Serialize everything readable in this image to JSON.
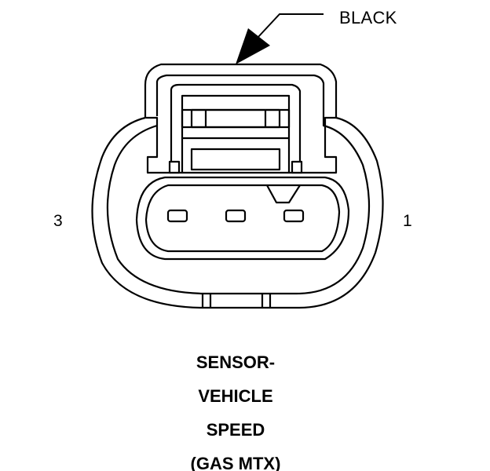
{
  "connector": {
    "color_callout": "BLACK",
    "pin_labels": {
      "left": "3",
      "right": "1"
    },
    "caption": [
      "SENSOR-",
      "VEHICLE",
      "SPEED",
      "(GAS MTX)"
    ]
  }
}
